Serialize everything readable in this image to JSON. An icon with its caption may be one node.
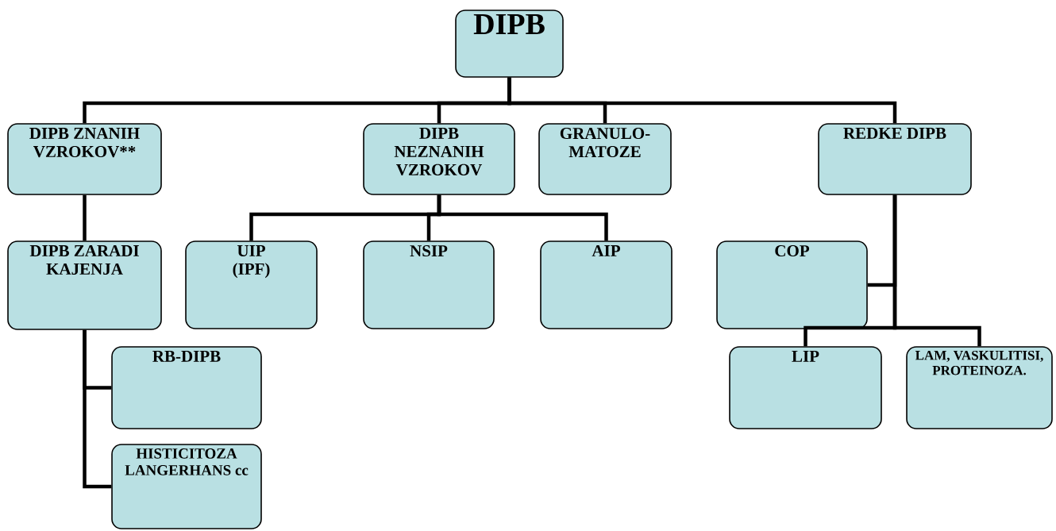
{
  "diagram": {
    "nodes": [
      {
        "text": [
          "DIPB"
        ]
      },
      {
        "text": [
          "DIPB ZNANIH VZROKOV**"
        ]
      },
      {
        "text": [
          "DIPB NEZNANIH VZROKOV"
        ]
      },
      {
        "text": [
          "GRANULO- MATOZE"
        ]
      },
      {
        "text": [
          "REDKE DIPB"
        ]
      },
      {
        "text": [
          "DIPB ZARADI KAJENJA"
        ]
      },
      {
        "text": [
          "UIP (IPF)"
        ]
      },
      {
        "text": [
          "NSIP"
        ]
      },
      {
        "text": [
          "AIP"
        ]
      },
      {
        "text": [
          "COP"
        ]
      },
      {
        "text": [
          "RB-DIPB"
        ]
      },
      {
        "text": [
          "HISTICITOZA LANGERHANS cc"
        ]
      },
      {
        "text": [
          "LIP"
        ]
      },
      {
        "text": [
          "LAM, VASKULITISI, PROTEINOZA."
        ]
      }
    ],
    "edges": [
      {
        "from": 0,
        "to": 1,
        "arrow": "none"
      },
      {
        "from": 0,
        "to": 2,
        "arrow": "none"
      },
      {
        "from": 0,
        "to": 3,
        "arrow": "none"
      },
      {
        "from": 0,
        "to": 4,
        "arrow": "none"
      },
      {
        "from": 1,
        "to": 5,
        "arrow": "none"
      },
      {
        "from": 2,
        "to": 6,
        "arrow": "none"
      },
      {
        "from": 2,
        "to": 7,
        "arrow": "none"
      },
      {
        "from": 2,
        "to": 8,
        "arrow": "none"
      },
      {
        "from": 4,
        "to": 9,
        "arrow": "none"
      },
      {
        "from": 4,
        "to": 12,
        "arrow": "none"
      },
      {
        "from": 4,
        "to": 13,
        "arrow": "none"
      },
      {
        "from": 5,
        "to": 10,
        "arrow": "none"
      },
      {
        "from": 5,
        "to": 11,
        "arrow": "none"
      }
    ]
  }
}
